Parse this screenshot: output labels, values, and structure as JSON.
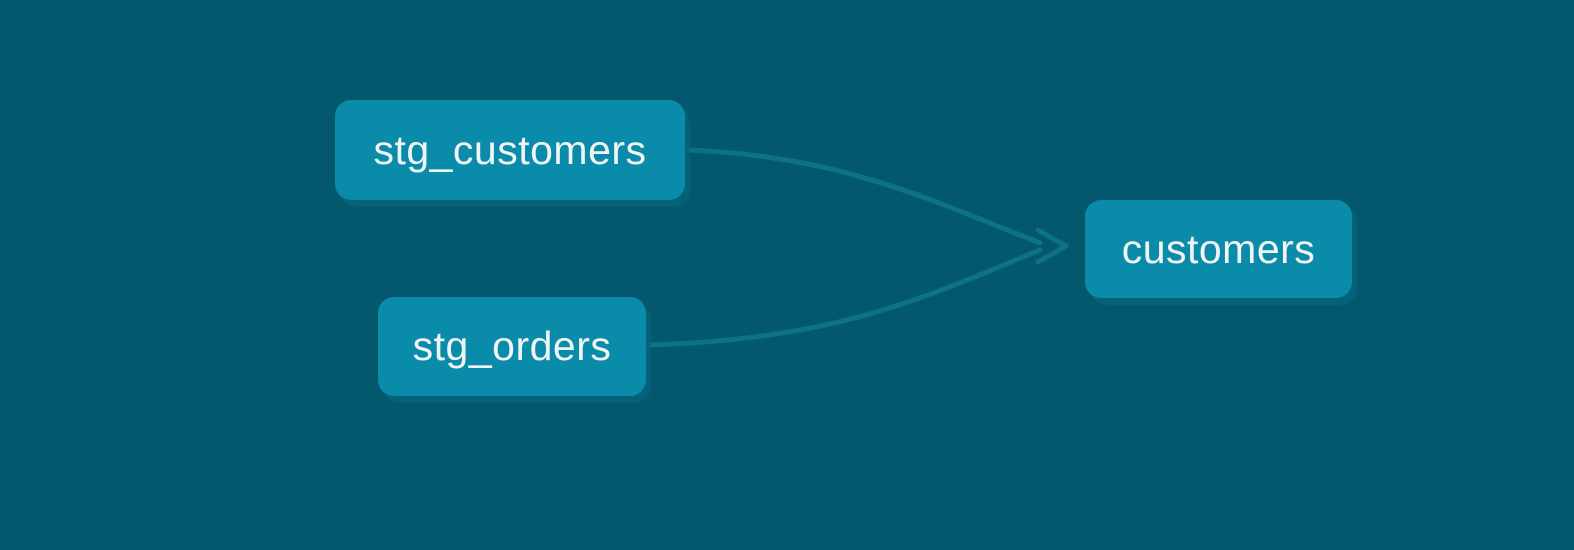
{
  "diagram": {
    "type": "lineage-graph",
    "background_color": "#04586E",
    "node_fill_color": "#0A8BA9",
    "node_text_color": "#F0F4F5",
    "edge_color": "#0D7188",
    "nodes": [
      {
        "id": "stg_customers",
        "label": "stg_customers"
      },
      {
        "id": "stg_orders",
        "label": "stg_orders"
      },
      {
        "id": "customers",
        "label": "customers"
      }
    ],
    "edges": [
      {
        "from": "stg_customers",
        "to": "customers"
      },
      {
        "from": "stg_orders",
        "to": "customers"
      }
    ]
  }
}
